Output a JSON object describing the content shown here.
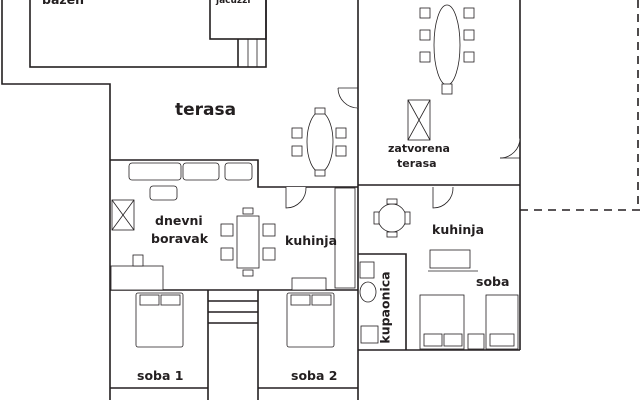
{
  "rooms": {
    "pool": "bazen",
    "jacuzzi": "jacuzzi",
    "terrace": "terasa",
    "closed_terrace_1": "zatvorena",
    "closed_terrace_2": "terasa",
    "living_1": "dnevni",
    "living_2": "boravak",
    "kitchen_left": "kuhinja",
    "kitchen_right": "kuhinja",
    "bathroom": "kupaonica",
    "room_right": "soba",
    "room_1": "soba 1",
    "room_2": "soba 2"
  },
  "colors": {
    "line": "#231f20",
    "background": "#ffffff"
  }
}
